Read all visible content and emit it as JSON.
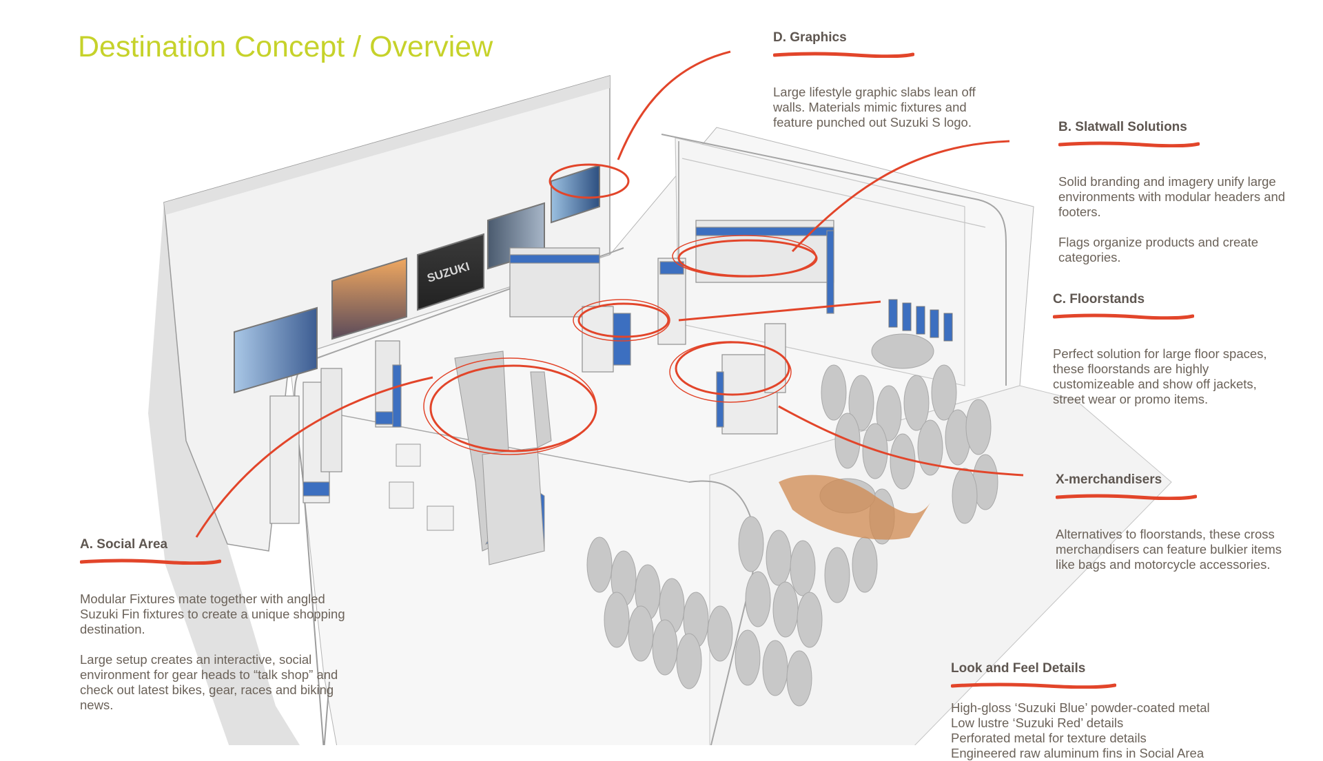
{
  "title": "Destination Concept / Overview",
  "colors": {
    "title": "#c6d22a",
    "accent": "#e2452a",
    "text": "#6b6259",
    "suzuki_blue": "#3c6fc0"
  },
  "sections": {
    "graphics": {
      "heading": "D. Graphics",
      "body": [
        "Large lifestyle graphic slabs lean off walls. Materials mimic fixtures and feature punched out Suzuki S logo."
      ]
    },
    "slatwall": {
      "heading": "B. Slatwall Solutions",
      "body": [
        "Solid branding and imagery unify large environments with modular headers and footers.",
        "Flags organize products and create categories."
      ]
    },
    "floorstands": {
      "heading": "C. Floorstands",
      "body": [
        "Perfect solution for large floor spaces, these floorstands are highly customizeable and show off jackets, street wear or promo items."
      ]
    },
    "xmerch": {
      "heading": "X-merchandisers",
      "body": [
        "Alternatives to floorstands, these cross merchandisers can feature bulkier items like bags and motorcycle accessories."
      ]
    },
    "social": {
      "heading": "A. Social Area",
      "body": [
        "Modular Fixtures mate together with angled Suzuki Fin fixtures to create a unique shopping destination.",
        "Large setup creates an interactive, social environment for gear heads to “talk shop” and check out latest bikes, gear, races and biking news."
      ]
    },
    "lookfeel": {
      "heading": "Look and Feel Details",
      "body": [
        "High-gloss ‘Suzuki Blue’ powder-coated metal",
        "Low lustre ‘Suzuki Red’ details",
        "Perforated metal for texture details",
        "Engineered raw aluminum fins in Social Area"
      ]
    }
  },
  "wall_sign": "SUZUKI"
}
